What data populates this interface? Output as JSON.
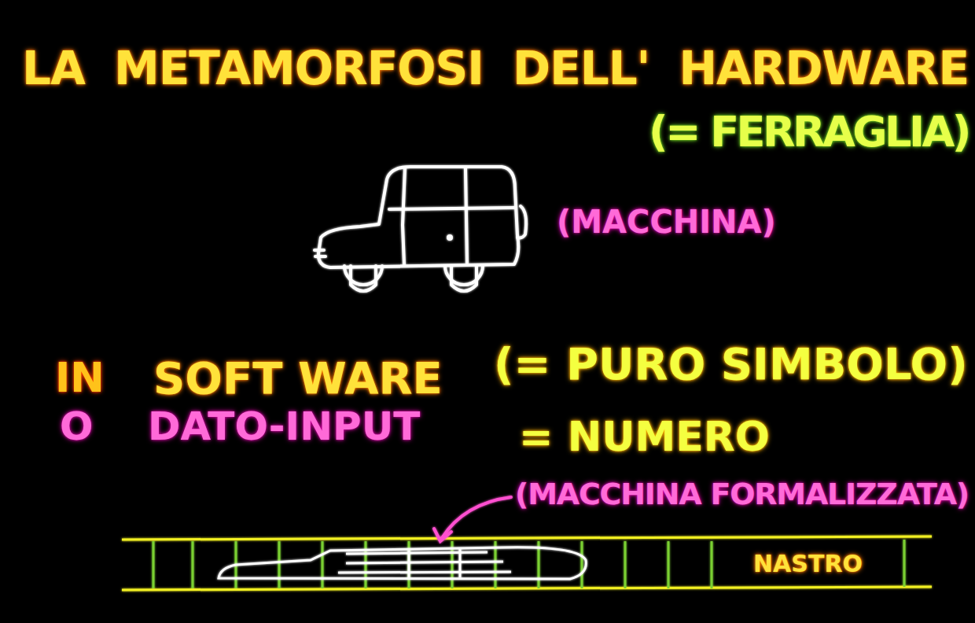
{
  "diagram": {
    "title": "LA METAMORFOSI DELL' HARDWARE",
    "nodes": [
      {
        "text": [
          "NASTRO"
        ]
      }
    ],
    "labels": [
      "(= FERRAGLIA)",
      "(MACCHINA)",
      "IN",
      "SOFT WARE",
      "(= PURO SIMBOLO)",
      "O",
      "DATO-INPUT",
      "= NUMERO",
      "(MACCHINA FORMALIZZATA)"
    ]
  }
}
